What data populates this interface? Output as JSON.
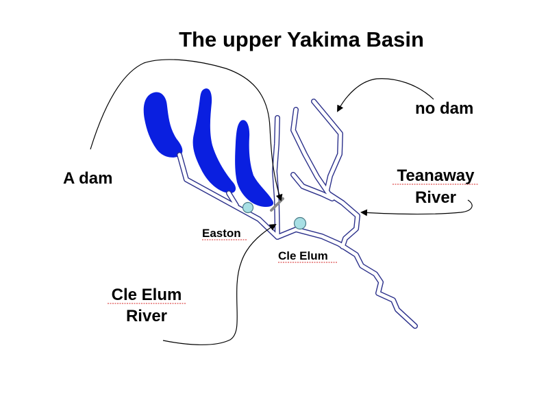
{
  "title": "The upper Yakima Basin",
  "labels": {
    "a_dam": "A dam",
    "no_dam": "no dam",
    "teanaway_line1": "Teanaway",
    "teanaway_line2": "River",
    "easton": "Easton",
    "cle_elum_town": "Cle Elum",
    "cle_elum_river_line1": "Cle Elum",
    "cle_elum_river_line2": "River"
  },
  "colors": {
    "lake": "#0a1fe0",
    "river_outline": "#2a2f8a",
    "town_fill": "#a8dfe4",
    "town_stroke": "#4a7a86",
    "dam_mark": "#8a8a8a",
    "annotation": "#000000"
  }
}
